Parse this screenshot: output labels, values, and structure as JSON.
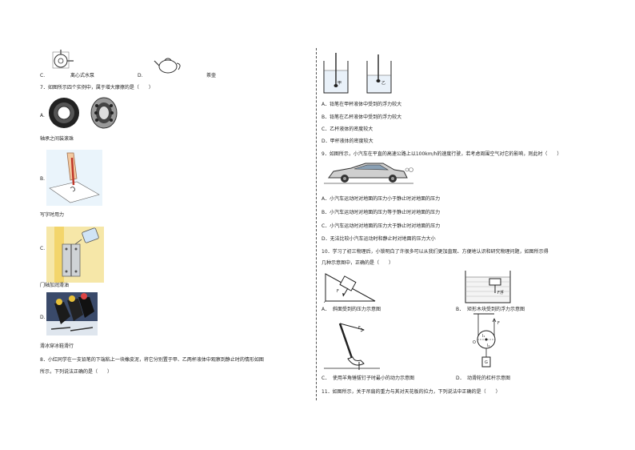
{
  "left": {
    "q6_options": {
      "c_label": "C.",
      "c_text": "离心式水泵",
      "d_label": "D.",
      "d_text": "茶壶"
    },
    "q7": {
      "stem": "7．如图所示四个实例中，属于增大摩擦的是（　　）",
      "options": [
        {
          "label": "A.",
          "caption": "轴承之间装滚珠"
        },
        {
          "label": "B.",
          "caption": "写字时用力"
        },
        {
          "label": "C.",
          "caption": "门轴加润滑油"
        },
        {
          "label": "D.",
          "caption": "滑冰穿冰鞋滑行"
        }
      ]
    },
    "q8": {
      "line1": "8．小红同学在一支铅笔的下端粘上一块橡皮泥，将它分别置于甲、乙两杯液体中观察到静止时的情形如图",
      "line2": "所示，下列说法正确的是（　　）"
    }
  },
  "right": {
    "q8_fig": {
      "cup1": "甲",
      "cup2": "乙"
    },
    "q8_options": [
      "A．铅笔在甲杯液体中受到的浮力较大",
      "B．铅笔在乙杯液体中受到的浮力较大",
      "C．乙杯液体的密度较大",
      "D．甲杯液体的密度较大"
    ],
    "q9": {
      "stem": "9．如图所示，小汽车在平直的高速公路上以100km/h的速度行驶，若考虑周围空气对它的影响，则此时（　　）",
      "options": [
        "A．小汽车运动时对地面的压力小于静止时对地面的压力",
        "B．小汽车运动时对地面的压力等于静止时对地面的压力",
        "C．小汽车运动时对地面的压力大于静止时对地面的压力",
        "D．无法比较小汽车运动时和静止时对地面的压力大小"
      ]
    },
    "q10": {
      "line1": "10．学习了初三物理后，小锁明白了许很多可以从我们更加直观、方便地认识和研究物理问题，如图所示得",
      "line2": "几种示意图中，正确的是（　　）",
      "options": [
        {
          "label": "A．",
          "caption": "斜面受到的压力示意图",
          "mark": "F"
        },
        {
          "label": "B．",
          "caption": "矩形木块受到的浮力示意图",
          "mark": "F浮"
        },
        {
          "label": "C．",
          "caption": "使用羊角锤拔钉子时最小的动力示意图",
          "mark": "F"
        },
        {
          "label": "D．",
          "caption": "动滑轮的杠杆示意图",
          "marks": [
            "F",
            "l₁",
            "l₂",
            "O",
            "G"
          ]
        }
      ]
    },
    "q11": {
      "stem": "11．如图所示，关于吊扇的重力与其对天花板的拉力，下列说法中正确的是（　　）"
    }
  }
}
